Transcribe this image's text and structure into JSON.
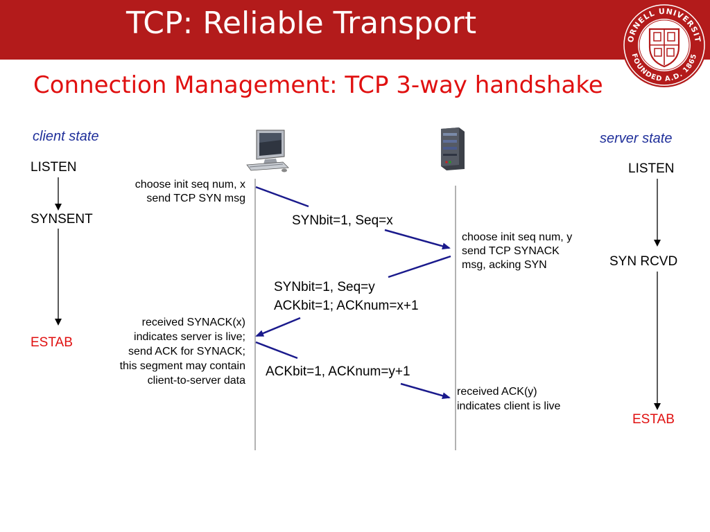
{
  "slide": {
    "title": "TCP: Reliable Transport",
    "subtitle": "Connection Management: TCP 3-way handshake"
  },
  "seal": {
    "ring_text_top": "CORNELL UNIVERSITY",
    "ring_text_bottom": "FOUNDED A.D. 1865",
    "color": "#b31b1b"
  },
  "client": {
    "label": "client state",
    "icon": "desktop-computer-icon",
    "states": [
      "LISTEN",
      "SYNSENT",
      "ESTAB"
    ],
    "notes": {
      "syn": [
        "choose init seq num, x",
        "send TCP SYN msg"
      ],
      "synack_received": [
        "received SYNACK(x)",
        "indicates server is live;",
        "send ACK for SYNACK;",
        "this segment may contain",
        "client-to-server data"
      ]
    }
  },
  "server": {
    "label": "server state",
    "icon": "server-tower-icon",
    "states": [
      "LISTEN",
      "SYN RCVD",
      "ESTAB"
    ],
    "notes": {
      "synack": [
        "choose init seq num, y",
        "send TCP SYNACK",
        "msg, acking SYN"
      ],
      "ack_received": [
        "received ACK(y)",
        "indicates client is live"
      ]
    }
  },
  "messages": {
    "syn": [
      "SYNbit=1, Seq=x"
    ],
    "synack": [
      "SYNbit=1, Seq=y",
      "ACKbit=1; ACKnum=x+1"
    ],
    "ack": [
      "ACKbit=1, ACKnum=y+1"
    ]
  },
  "colors": {
    "header": "#b31b1b",
    "subtitle": "#e01010",
    "state_label": "#1f2f9a",
    "estab": "#e01010",
    "message_arrow": "#1a1a8c"
  }
}
